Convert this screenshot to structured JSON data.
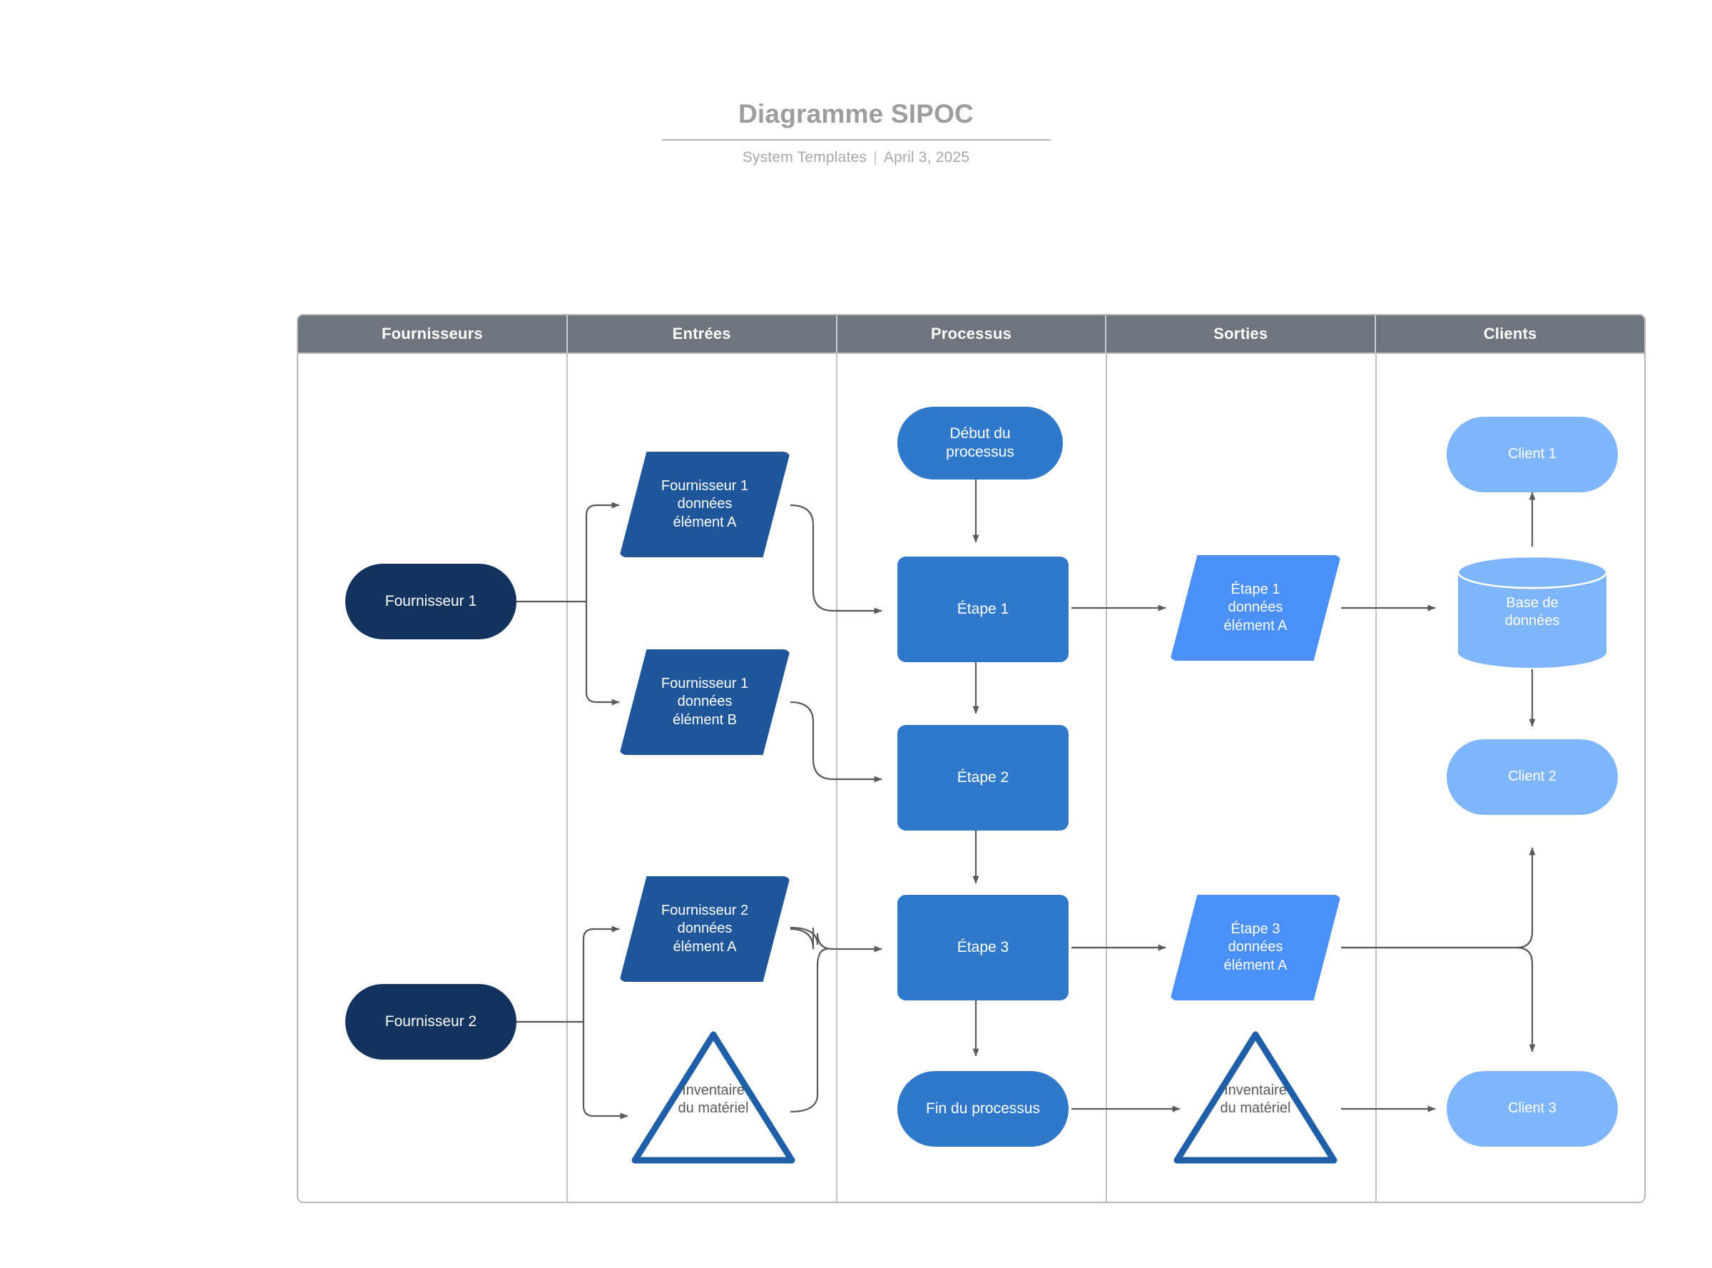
{
  "document": {
    "title": "Diagramme SIPOC",
    "author": "System Templates",
    "separator": "|",
    "date": "April 3, 2025"
  },
  "colors": {
    "header_bar": "#6e757e",
    "frame_border": "#b8b8b8",
    "supplier_fill": "#14325e",
    "input_fill": "#1f5699",
    "process_fill": "#3079ca",
    "output_fill": "#4a90f7",
    "client_fill": "#7fb5fb",
    "triangle_stroke": "#1f5fa8",
    "connector_stroke": "#595959",
    "title_text": "#9d9d9d"
  },
  "columns": [
    {
      "id": "suppliers",
      "header": "Fournisseurs"
    },
    {
      "id": "inputs",
      "header": "Entrées"
    },
    {
      "id": "process",
      "header": "Processus"
    },
    {
      "id": "outputs",
      "header": "Sorties"
    },
    {
      "id": "customers",
      "header": "Clients"
    }
  ],
  "nodes": {
    "supplier_1": {
      "label": "Fournisseur 1",
      "shape": "terminator",
      "column": "suppliers"
    },
    "supplier_2": {
      "label": "Fournisseur 2",
      "shape": "terminator",
      "column": "suppliers"
    },
    "input_1a": {
      "label": "Fournisseur 1 données élément A",
      "shape": "parallelogram",
      "column": "inputs"
    },
    "input_1b": {
      "label": "Fournisseur 1 données élément B",
      "shape": "parallelogram",
      "column": "inputs"
    },
    "input_2a": {
      "label": "Fournisseur 2 données élément A",
      "shape": "parallelogram",
      "column": "inputs"
    },
    "input_inventory": {
      "label": "Inventaire du matériel",
      "shape": "triangle",
      "column": "inputs"
    },
    "process_start": {
      "label": "Début du processus",
      "shape": "terminator",
      "column": "process"
    },
    "process_step_1": {
      "label": "Étape 1",
      "shape": "rectangle",
      "column": "process"
    },
    "process_step_2": {
      "label": "Étape 2",
      "shape": "rectangle",
      "column": "process"
    },
    "process_step_3": {
      "label": "Étape 3",
      "shape": "rectangle",
      "column": "process"
    },
    "process_end": {
      "label": "Fin du processus",
      "shape": "terminator",
      "column": "process"
    },
    "output_1a": {
      "label": "Étape 1 données élément A",
      "shape": "parallelogram",
      "column": "outputs"
    },
    "output_3a": {
      "label": "Étape 3 données élément A",
      "shape": "parallelogram",
      "column": "outputs"
    },
    "output_inventory": {
      "label": "Inventaire du matériel",
      "shape": "triangle",
      "column": "outputs"
    },
    "client_1": {
      "label": "Client 1",
      "shape": "terminator",
      "column": "customers"
    },
    "client_database": {
      "label": "Base de données",
      "shape": "cylinder",
      "column": "customers"
    },
    "client_2": {
      "label": "Client 2",
      "shape": "terminator",
      "column": "customers"
    },
    "client_3": {
      "label": "Client 3",
      "shape": "terminator",
      "column": "customers"
    }
  },
  "node_text": {
    "supplier_1": "Fournisseur 1",
    "supplier_2": "Fournisseur 2",
    "input_1a_l1": "Fournisseur 1",
    "input_1a_l2": "données",
    "input_1a_l3": "élément A",
    "input_1b_l1": "Fournisseur 1",
    "input_1b_l2": "données",
    "input_1b_l3": "élément B",
    "input_2a_l1": "Fournisseur 2",
    "input_2a_l2": "données",
    "input_2a_l3": "élément A",
    "inventory_l1": "Inventaire",
    "inventory_l2": "du matériel",
    "process_start_l1": "Début du",
    "process_start_l2": "processus",
    "step_1": "Étape 1",
    "step_2": "Étape 2",
    "step_3": "Étape 3",
    "process_end": "Fin du processus",
    "output_1a_l1": "Étape 1",
    "output_1a_l2": "données",
    "output_1a_l3": "élément A",
    "output_3a_l1": "Étape 3",
    "output_3a_l2": "données",
    "output_3a_l3": "élément A",
    "client_1": "Client 1",
    "client_2": "Client 2",
    "client_3": "Client 3",
    "database_l1": "Base de",
    "database_l2": "données"
  },
  "edges": [
    {
      "from": "supplier_1",
      "to": "input_1a"
    },
    {
      "from": "supplier_1",
      "to": "input_1b"
    },
    {
      "from": "supplier_2",
      "to": "input_2a"
    },
    {
      "from": "supplier_2",
      "to": "input_inventory"
    },
    {
      "from": "input_1a",
      "to": "process_step_1"
    },
    {
      "from": "input_1b",
      "to": "process_step_2"
    },
    {
      "from": "input_2a",
      "to": "process_step_3"
    },
    {
      "from": "input_inventory",
      "to": "process_step_3"
    },
    {
      "from": "process_start",
      "to": "process_step_1"
    },
    {
      "from": "process_step_1",
      "to": "process_step_2"
    },
    {
      "from": "process_step_2",
      "to": "process_step_3"
    },
    {
      "from": "process_step_3",
      "to": "process_end"
    },
    {
      "from": "process_step_1",
      "to": "output_1a"
    },
    {
      "from": "process_step_3",
      "to": "output_3a"
    },
    {
      "from": "process_end",
      "to": "output_inventory"
    },
    {
      "from": "output_1a",
      "to": "client_database"
    },
    {
      "from": "client_database",
      "to": "client_1"
    },
    {
      "from": "client_database",
      "to": "client_2"
    },
    {
      "from": "output_3a",
      "to": "client_2"
    },
    {
      "from": "output_3a",
      "to": "client_3"
    },
    {
      "from": "output_inventory",
      "to": "client_3"
    }
  ]
}
